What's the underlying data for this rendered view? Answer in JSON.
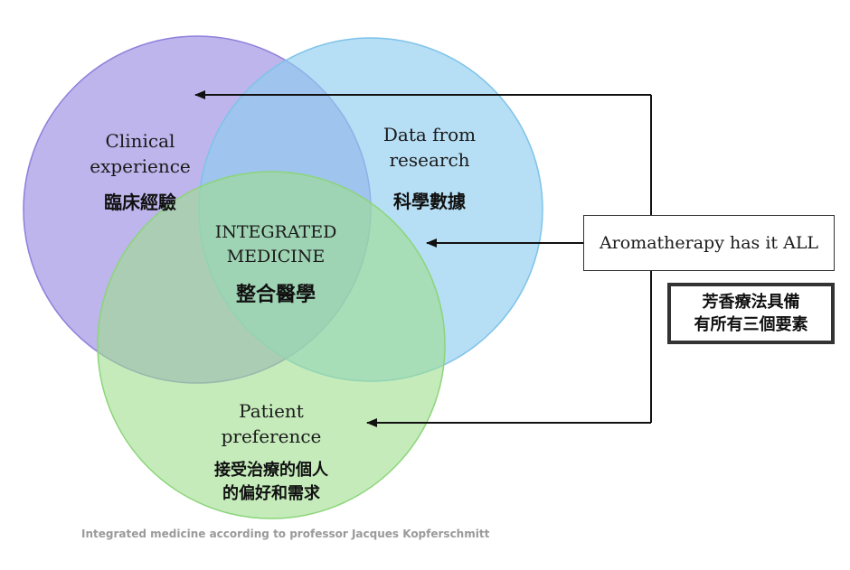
{
  "circles": {
    "clinical": {
      "en_line1": "Clinical",
      "en_line2": "experience",
      "zh": "臨床經驗",
      "color": "#9a8de0"
    },
    "research": {
      "en_line1": "Data from",
      "en_line2": "research",
      "zh": "科學數據",
      "color": "#8fcdee"
    },
    "patient": {
      "en_line1": "Patient",
      "en_line2": "preference",
      "zh_line1": "接受治療的個人",
      "zh_line2": "的偏好和需求",
      "color": "#9edd8e"
    }
  },
  "center": {
    "line1": "INTEGRATED",
    "line2": "MEDICINE",
    "zh": "整合醫學"
  },
  "aromatherapy_label": "Aromatherapy has it ALL",
  "aromatherapy_zh": {
    "line1": "芳香療法具備",
    "line2": "有所有三個要素"
  },
  "caption": "Integrated medicine according to professor Jacques Kopferschmitt"
}
